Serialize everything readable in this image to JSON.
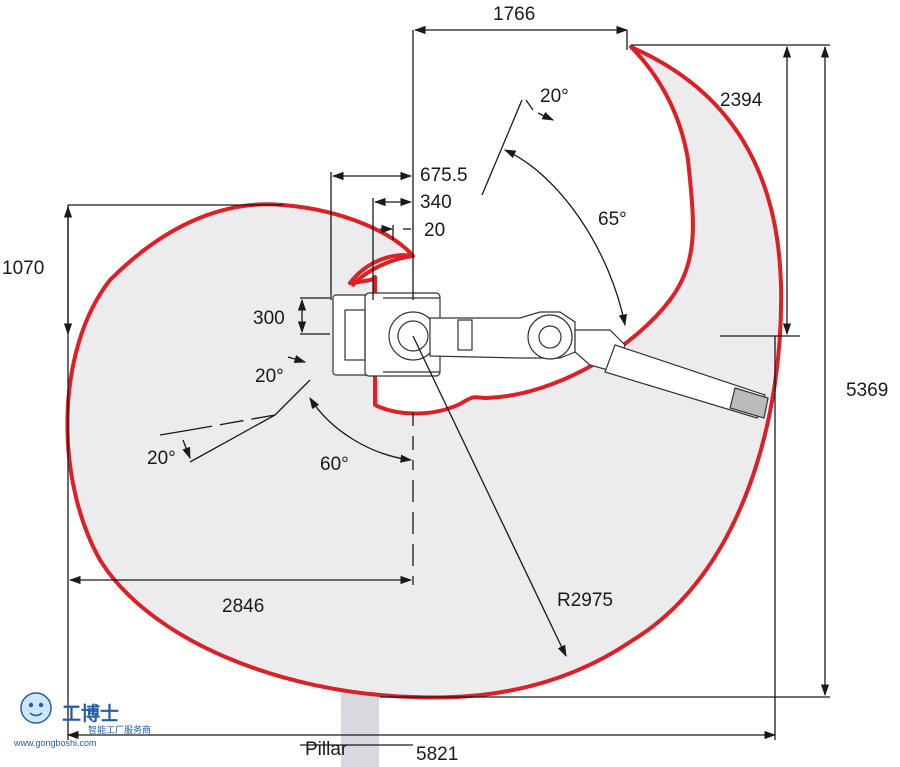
{
  "dimensions": {
    "top_width": "1766",
    "right_upper": "2394",
    "total_height": "5369",
    "total_width": "5821",
    "left_reach": "2846",
    "left_height": "1070",
    "offset_a": "675.5",
    "offset_b": "340",
    "offset_c": "20",
    "base_depth": "300",
    "radius": "R2975"
  },
  "angles": {
    "upper_swing": "65°",
    "upper_tilt": "20°",
    "lower_swing": "60°",
    "lower_tilt_a": "20°",
    "lower_tilt_b": "20°"
  },
  "labels": {
    "pillar": "Pillar"
  },
  "watermark": {
    "name": "工博士",
    "tagline": "智能工厂服务商",
    "url": "www.gongboshi.com"
  },
  "colors": {
    "envelope_stroke": "#dd1f26",
    "envelope_fill": "#ececef",
    "pillar_fill": "#d8d9df",
    "dimension_line": "#1a1a1a"
  }
}
